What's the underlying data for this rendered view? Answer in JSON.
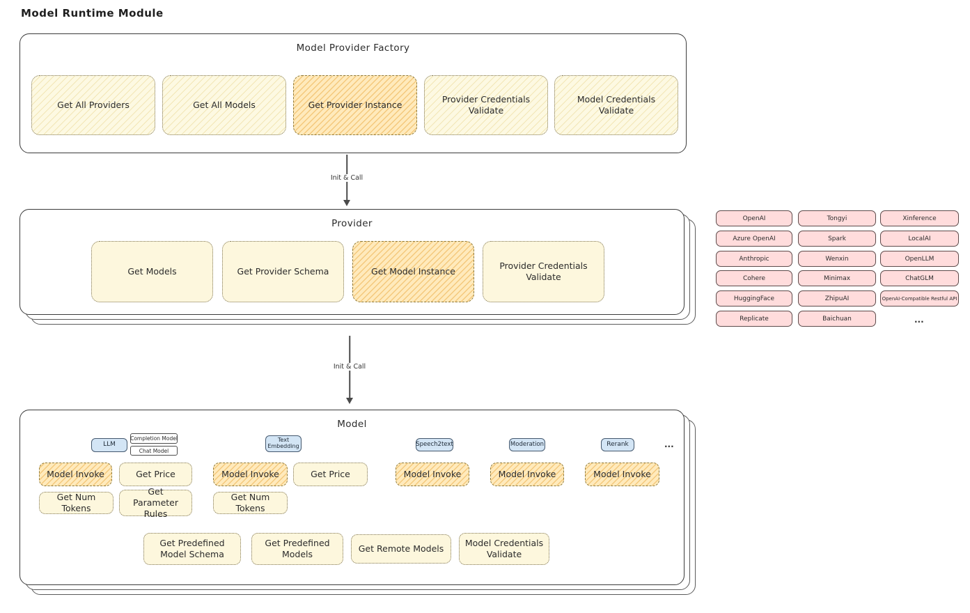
{
  "page_title": "Model Runtime Module",
  "factory": {
    "title": "Model Provider Factory",
    "items": [
      "Get All Providers",
      "Get All Models",
      "Get Provider Instance",
      "Provider Credentials Validate",
      "Model Credentials Validate"
    ]
  },
  "arrow1": {
    "label": "Init & Call"
  },
  "provider": {
    "title": "Provider",
    "items": [
      "Get Models",
      "Get Provider Schema",
      "Get Model Instance",
      "Provider Credentials Validate"
    ]
  },
  "vendors": {
    "col1": [
      "OpenAI",
      "Azure OpenAI",
      "Anthropic",
      "Cohere",
      "HuggingFace",
      "Replicate"
    ],
    "col2": [
      "Tongyi",
      "Spark",
      "Wenxin",
      "Minimax",
      "ZhipuAI",
      "Baichuan"
    ],
    "col3": [
      "Xinference",
      "LocalAI",
      "OpenLLM",
      "ChatGLM",
      "OpenAI-Compatible Restful API"
    ],
    "more": "..."
  },
  "arrow2": {
    "label": "Init & Call"
  },
  "model": {
    "title": "Model",
    "tags": {
      "llm": "LLM",
      "completion": "Completion Model",
      "chat": "Chat Model",
      "embedding": "Text Embedding",
      "speech": "Speech2text",
      "moderation": "Moderation",
      "rerank": "Rerank",
      "more": "..."
    },
    "fn": {
      "invoke": "Model Invoke",
      "price": "Get Price",
      "tokens": "Get Num Tokens",
      "param_rules": "Get Parameter Rules",
      "pre_schema": "Get Predefined Model Schema",
      "pre_models": "Get Predefined Models",
      "remote": "Get Remote Models",
      "cred_validate": "Model Credentials Validate"
    }
  },
  "colors": {
    "highlight_fill": "#ffeabc",
    "yellow_fill": "#fdf7dd",
    "blue_fill": "#d3e5f5",
    "pink_fill": "#ffdcdc"
  }
}
